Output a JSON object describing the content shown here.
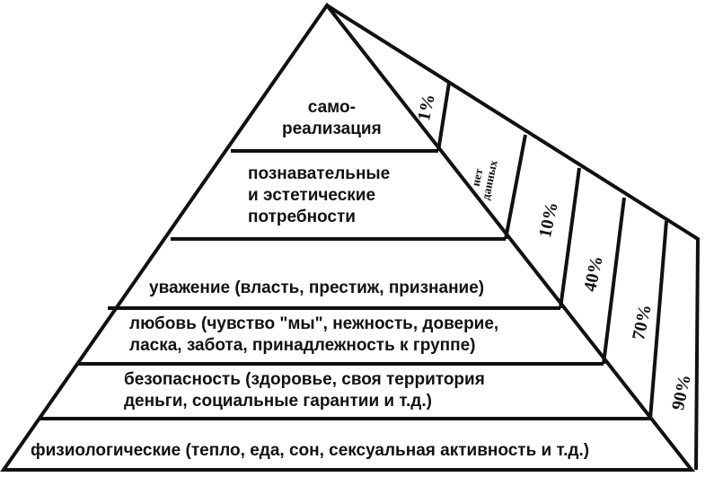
{
  "pyramid": {
    "levels": [
      {
        "id": "self-actualization",
        "lines": [
          "само-",
          "реализация"
        ]
      },
      {
        "id": "cognitive-aesthetic",
        "lines": [
          "познавательные",
          "и эстетические",
          "потребности"
        ]
      },
      {
        "id": "esteem",
        "lines": [
          "уважение (власть, престиж, признание)"
        ]
      },
      {
        "id": "love",
        "lines": [
          "любовь (чувство \"мы\", нежность, доверие,",
          "ласка, забота, принадлежность к группе)"
        ]
      },
      {
        "id": "safety",
        "lines": [
          "безопасность (здоровье, своя территория",
          "деньги, социальные гарантии и т.д.)"
        ]
      },
      {
        "id": "physiological",
        "lines": [
          "физиологические (тепло, еда, сон, сексуальная активность и т.д.)"
        ]
      }
    ]
  },
  "satisfaction": {
    "labels": [
      {
        "id": "pct-1",
        "lines": [
          "1%"
        ]
      },
      {
        "id": "pct-no-data",
        "lines": [
          "нет",
          "данных"
        ]
      },
      {
        "id": "pct-10",
        "lines": [
          "10%"
        ]
      },
      {
        "id": "pct-40",
        "lines": [
          "40%"
        ]
      },
      {
        "id": "pct-70",
        "lines": [
          "70%"
        ]
      },
      {
        "id": "pct-90",
        "lines": [
          "90%"
        ]
      }
    ]
  }
}
